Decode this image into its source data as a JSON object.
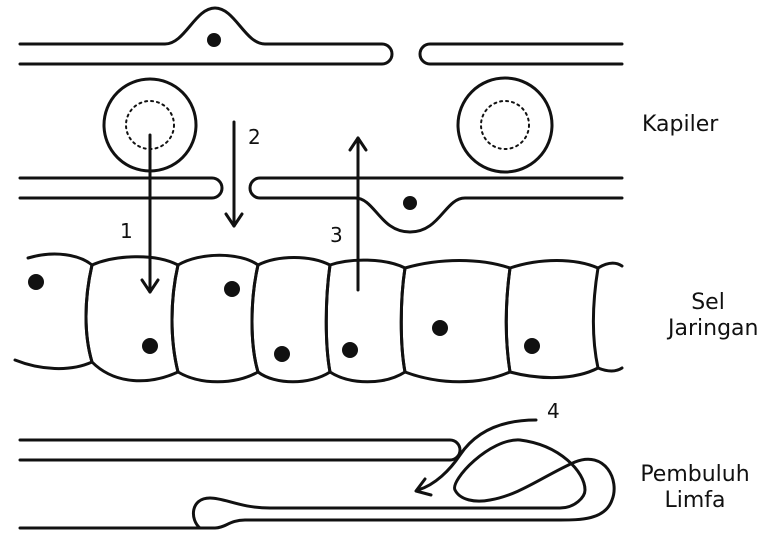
{
  "labels": {
    "kapiler": "Kapiler",
    "sel_jaringan_line1": "Sel",
    "sel_jaringan_line2": "Jaringan",
    "pembuluh_limfa_line1": "Pembuluh",
    "pembuluh_limfa_line2": "Limfa"
  },
  "arrows": {
    "n1": "1",
    "n2": "2",
    "n3": "3",
    "n4": "4"
  },
  "colors": {
    "stroke": "#111111",
    "fill": "#ffffff"
  }
}
